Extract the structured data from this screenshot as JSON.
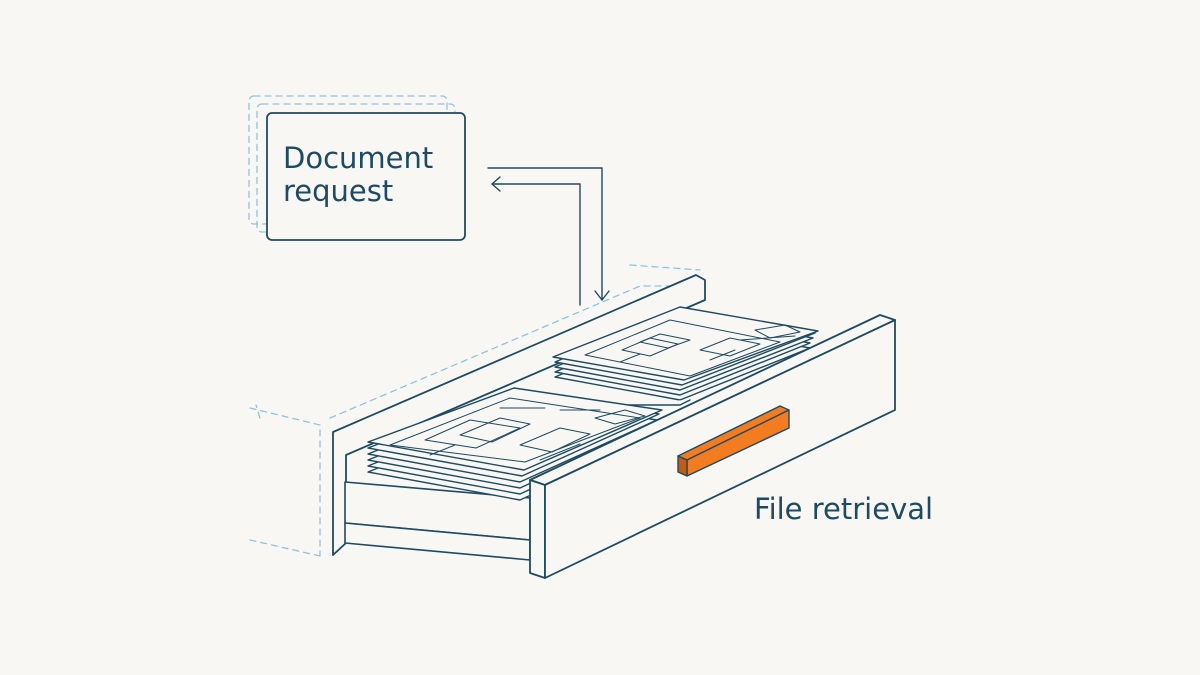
{
  "labels": {
    "request_line1": "Document",
    "request_line2": "request",
    "retrieval": "File retrieval"
  },
  "colors": {
    "background": "#f8f7f4",
    "line": "#1e4a63",
    "guide": "#8ec3df",
    "handle": "#f47c20",
    "handle_shadow": "#c35b10",
    "text": "#1e4a63",
    "fill": "#f8f7f4"
  },
  "icons": {
    "request_card": "document-request-card",
    "arrow": "flow-arrow",
    "drawer": "file-drawer",
    "handle": "drawer-handle",
    "documents": "blueprint-documents"
  }
}
